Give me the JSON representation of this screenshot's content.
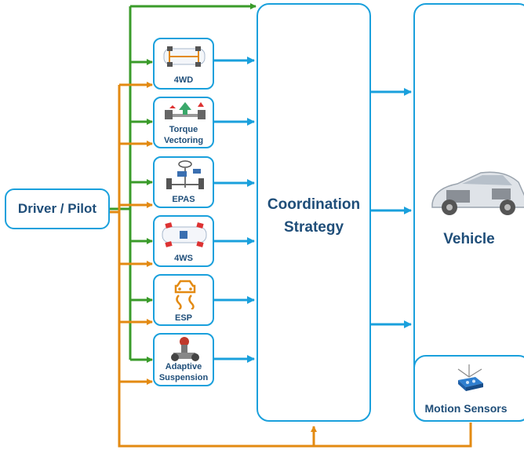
{
  "driver": "Driver / Pilot",
  "systems": [
    "4WD",
    "Torque\nVectoring",
    "EPAS",
    "4WS",
    "ESP",
    "Adaptive\nSuspension"
  ],
  "coordination": "Coordination\nStrategy",
  "vehicle": "Vehicle",
  "sensors": "Motion Sensors",
  "colors": {
    "green": "#3a9b2a",
    "orange": "#e38a12",
    "blue": "#1aa0dc",
    "text": "#1f4e79"
  },
  "icons": [
    "car-drivetrain-icon",
    "torque-vectoring-icon",
    "steering-column-icon",
    "four-wheel-steering-icon",
    "esp-skid-icon",
    "suspension-icon",
    "car-cutaway-icon",
    "motion-sensor-icon"
  ]
}
